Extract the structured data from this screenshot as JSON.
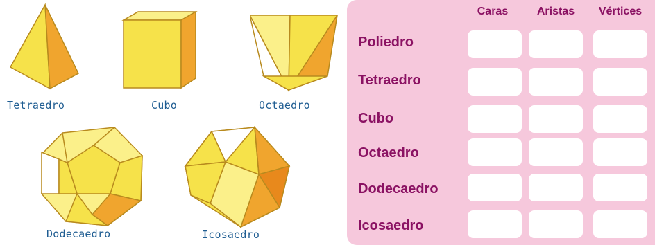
{
  "solids": [
    {
      "name": "tetrahedron",
      "label": "Tetraedro"
    },
    {
      "name": "cube",
      "label": "Cubo"
    },
    {
      "name": "octahedron",
      "label": "Octaedro"
    },
    {
      "name": "dodecahedron",
      "label": "Dodecaedro"
    },
    {
      "name": "icosahedron",
      "label": "Icosaedro"
    }
  ],
  "table": {
    "columns": [
      "Caras",
      "Aristas",
      "Vértices"
    ],
    "rows": [
      "Poliedro",
      "Tetraedro",
      "Cubo",
      "Octaedro",
      "Dodecaedro",
      "Icosaedro"
    ],
    "cells": [
      [
        "",
        "",
        ""
      ],
      [
        "",
        "",
        ""
      ],
      [
        "",
        "",
        ""
      ],
      [
        "",
        "",
        ""
      ],
      [
        "",
        "",
        ""
      ],
      [
        "",
        "",
        ""
      ]
    ]
  },
  "colors": {
    "face_light": "#f6e24a",
    "face_dark": "#f0a52e",
    "panel_bg": "#f6c8dc",
    "text_accent": "#8b1263",
    "label_blue": "#1f5d92"
  }
}
